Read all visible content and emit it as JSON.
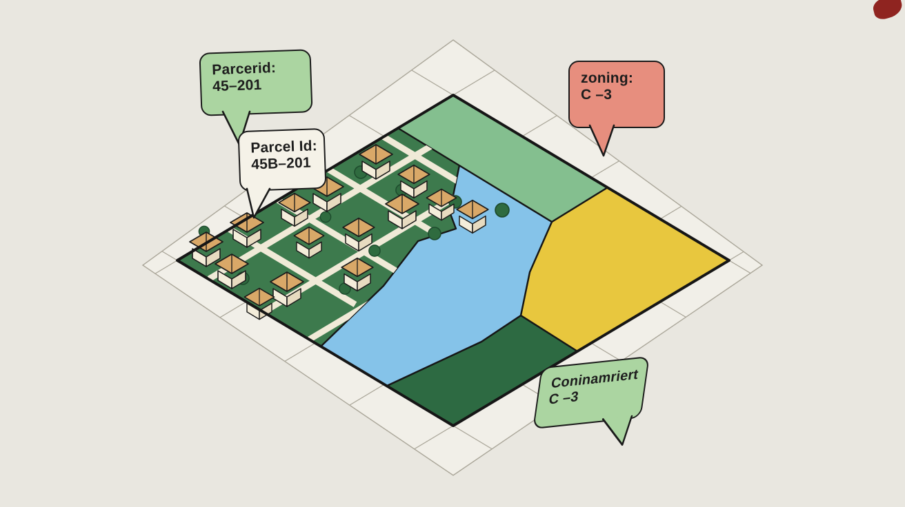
{
  "scene": {
    "background_color": "#e9e7e0",
    "corner_mark_color": "#8f2420"
  },
  "grid": {
    "tile_fill": "#f1efe8",
    "line_color": "#aaa699"
  },
  "map": {
    "outline": "#161616",
    "colors": {
      "residential": "#3d7a4d",
      "greenbelt_band": "#84bf8f",
      "river": "#85c3e9",
      "commercial_yellow": "#e8c73e",
      "forest_dark": "#2d6a42",
      "road": "#f0ead7",
      "house_wall_light": "#f4edda",
      "house_wall_shade": "#e7dbc0",
      "house_roof": "#d9a868",
      "tree": "#2f6b3f"
    }
  },
  "callouts": {
    "parcel_garbled": {
      "line1": "Parcerid:",
      "line2": "45–201",
      "fill": "#abd5a1"
    },
    "parcel": {
      "line1": "Parcel Id:",
      "line2": "45B–201",
      "fill": "#f5f2e8"
    },
    "zoning": {
      "line1": "zoning:",
      "line2": "C –3",
      "fill": "#e78e7e"
    },
    "zoning_garbled": {
      "line1": "Coninamriert",
      "line2": "C –3",
      "fill": "#abd5a1"
    }
  }
}
